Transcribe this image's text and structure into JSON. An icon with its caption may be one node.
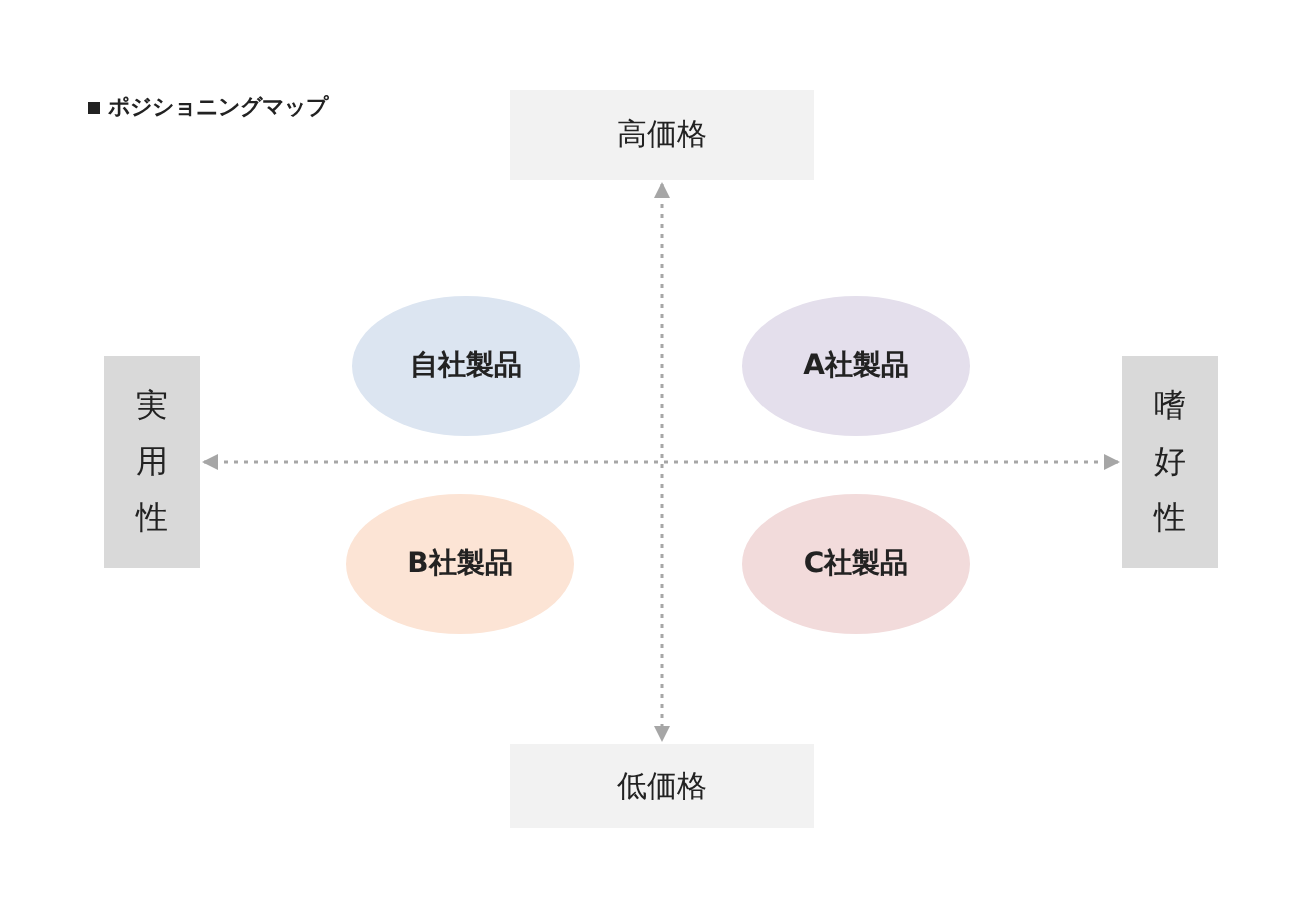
{
  "diagram": {
    "title": "ポジショニングマップ",
    "nodes": [
      {
        "text": [
          "高価格"
        ]
      },
      {
        "text": [
          "実用性"
        ]
      },
      {
        "text": [
          "自社製品"
        ]
      },
      {
        "text": [
          "A社製品"
        ]
      },
      {
        "text": [
          "嗜好性"
        ]
      },
      {
        "text": [
          "B社製品"
        ]
      },
      {
        "text": [
          "C社製品"
        ]
      },
      {
        "text": [
          "低価格"
        ]
      }
    ],
    "edges": [
      {
        "from": 0,
        "to": 7,
        "arrow": "both",
        "style": "dashed",
        "color": "#a6a6a6"
      },
      {
        "from": 1,
        "to": 4,
        "arrow": "both",
        "style": "dashed",
        "color": "#a6a6a6"
      }
    ]
  }
}
